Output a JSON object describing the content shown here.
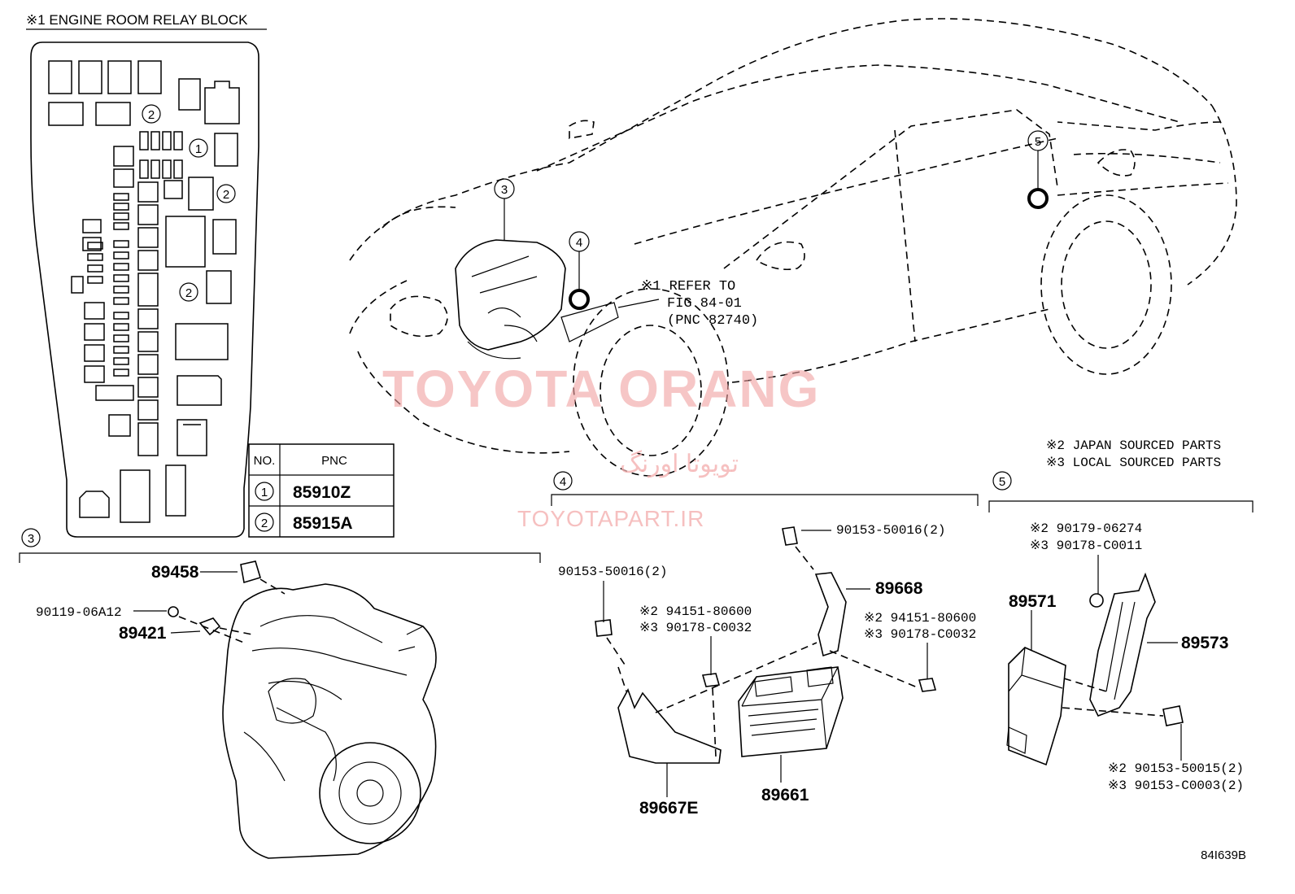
{
  "relay_block": {
    "title": "※1 ENGINE ROOM RELAY BLOCK",
    "callouts": [
      "1",
      "2"
    ],
    "table": {
      "headers": [
        "NO.",
        "PNC"
      ],
      "rows": [
        {
          "no": "1",
          "pnc": "85910Z"
        },
        {
          "no": "2",
          "pnc": "85915A"
        }
      ]
    }
  },
  "vehicle": {
    "callouts": [
      "3",
      "4",
      "5"
    ],
    "refer_note": [
      "※1 REFER TO",
      "FIG 84-01",
      "(PNC 82740)"
    ]
  },
  "legend": {
    "line1": "※2 JAPAN SOURCED PARTS",
    "line2": "※3 LOCAL SOURCED PARTS"
  },
  "watermark": {
    "main": "TOYOTA ORANG",
    "persian": "تویوتا اورنگ",
    "site": "TOYOTAPART.IR"
  },
  "section3": {
    "number": "3",
    "parts": {
      "p89458": "89458",
      "p90119": "90119-06A12",
      "p89421": "89421"
    }
  },
  "section4": {
    "number": "4",
    "parts": {
      "bolt_left": "90153-50016(2)",
      "bolt_right": "90153-50016(2)",
      "nut_left_2": "※2 94151-80600",
      "nut_left_3": "※3 90178-C0032",
      "nut_right_2": "※2 94151-80600",
      "nut_right_3": "※3 90178-C0032",
      "p89668": "89668",
      "p89667e": "89667E",
      "p89661": "89661"
    }
  },
  "section5": {
    "number": "5",
    "parts": {
      "nut_2": "※2 90179-06274",
      "nut_3": "※3 90178-C0011",
      "p89571": "89571",
      "p89573": "89573",
      "bolt_2": "※2 90153-50015(2)",
      "bolt_3": "※3 90153-C0003(2)"
    }
  },
  "figure_code": "84I639B"
}
